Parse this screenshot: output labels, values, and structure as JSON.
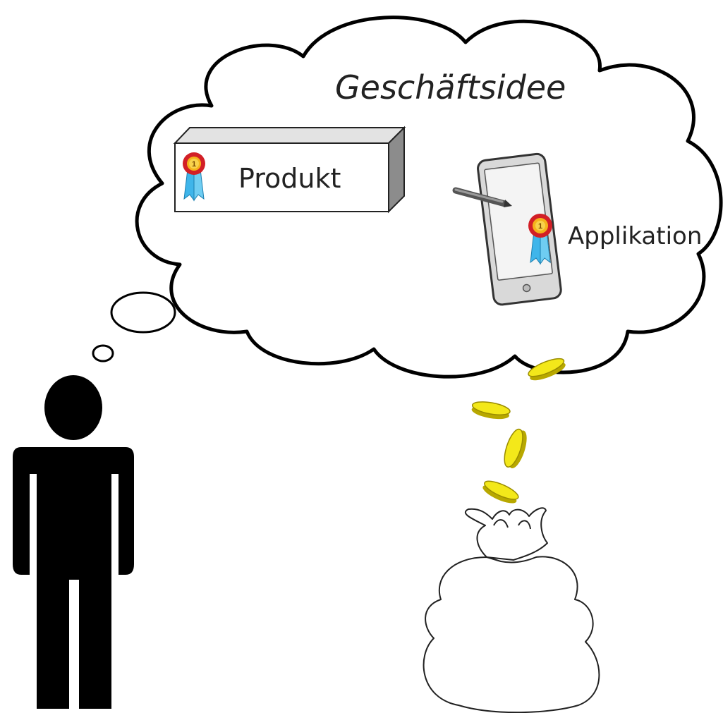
{
  "thought_cloud": {
    "title": "Geschäftsidee"
  },
  "product": {
    "label": "Produkt",
    "medal_number": "1",
    "icon": "award-ribbon-icon"
  },
  "application": {
    "label": "Applikation",
    "medal_number": "1",
    "icon": "award-ribbon-icon",
    "device_icon": "tablet-icon",
    "stylus_icon": "stylus-icon"
  },
  "person_icon": "person-silhouette-icon",
  "coin_icon": "gold-coin-icon",
  "bag_icon": "money-bag-icon",
  "colors": {
    "coin_fill": "#f3e81a",
    "coin_edge": "#b8a800",
    "medal_red": "#d21f26",
    "medal_gold": "#f5b31b",
    "ribbon_blue": "#3fb5ea",
    "person": "#000000",
    "box_front": "#ffffff",
    "box_top": "#e3e3e3",
    "box_side": "#8c8c8c"
  }
}
